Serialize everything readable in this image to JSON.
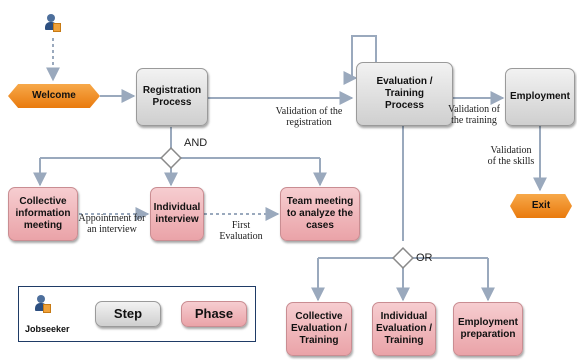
{
  "phases": {
    "welcome": "Welcome",
    "exit": "Exit",
    "collective_information": "Collective information meeting",
    "individual_interview": "Individual interview",
    "team_meeting": "Team meeting to analyze the cases",
    "collective_evaluation": "Collective Evaluation / Training",
    "individual_evaluation": "Individual Evaluation / Training",
    "employment_preparation": "Employment preparation"
  },
  "steps": {
    "registration": "Registration Process",
    "evaluation_training": "Evaluation / Training Process",
    "employment": "Employment"
  },
  "gates": {
    "and": "AND",
    "or": "OR"
  },
  "edge_labels": {
    "validation_registration": "Validation of the registration",
    "validation_training": "Validation of the training",
    "validation_skills": "Validation of the skills",
    "appointment": "Appointment for an interview",
    "first_evaluation": "First Evaluation"
  },
  "legend": {
    "actor": "Jobseeker",
    "step": "Step",
    "phase": "Phase"
  },
  "colors": {
    "phase_fill": "#eaa3a8",
    "step_fill": "#cfcfcf",
    "terminal_fill": "#e97a0d",
    "arrow": "#9aa9bd",
    "legend_border": "#1f3b66"
  }
}
